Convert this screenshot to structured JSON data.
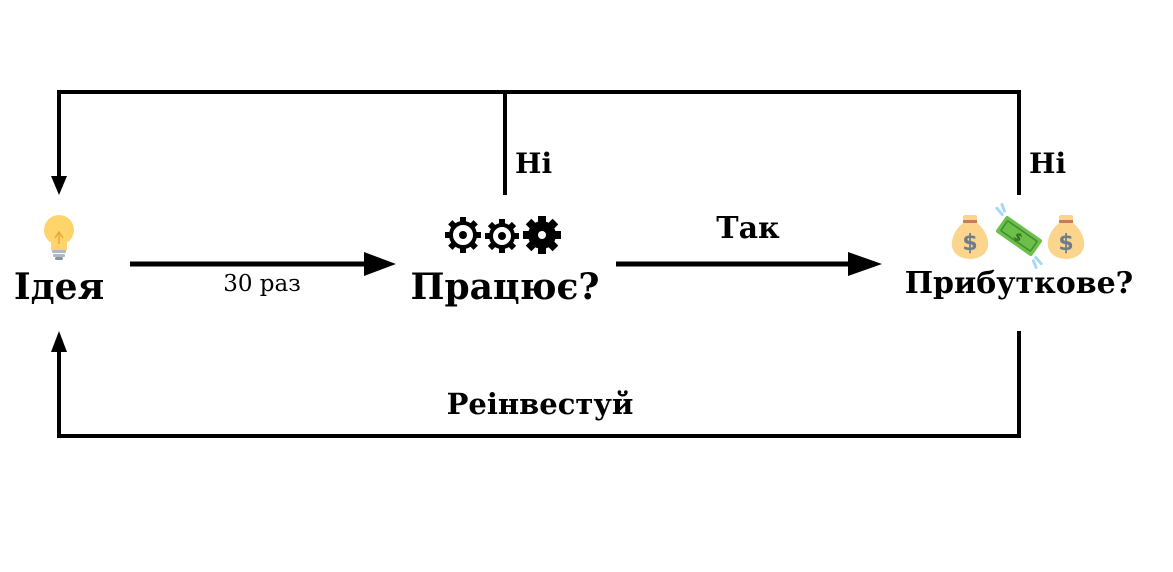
{
  "colors": {
    "line": "#000000",
    "background": "#ffffff",
    "bulb": "#FFD46B",
    "money_bag": "#FBD58B",
    "money_bag_dark": "#6F7C8B",
    "cash": "#6CC04A"
  },
  "icons": {
    "idea": "lightbulb-icon",
    "works": "gears-icon",
    "profitable": "money-bags-icon"
  },
  "nodes": {
    "idea": {
      "label": "Ідея"
    },
    "works": {
      "label": "Працює?"
    },
    "profitable": {
      "label": "Прибуткове?"
    }
  },
  "edges": {
    "idea_to_works": {
      "label": "30 раз"
    },
    "works_to_profitable": {
      "label": "Так"
    },
    "works_no": {
      "label": "Ні"
    },
    "profitable_no": {
      "label": "Ні"
    },
    "reinvest": {
      "label": "Реінвестуй"
    }
  }
}
